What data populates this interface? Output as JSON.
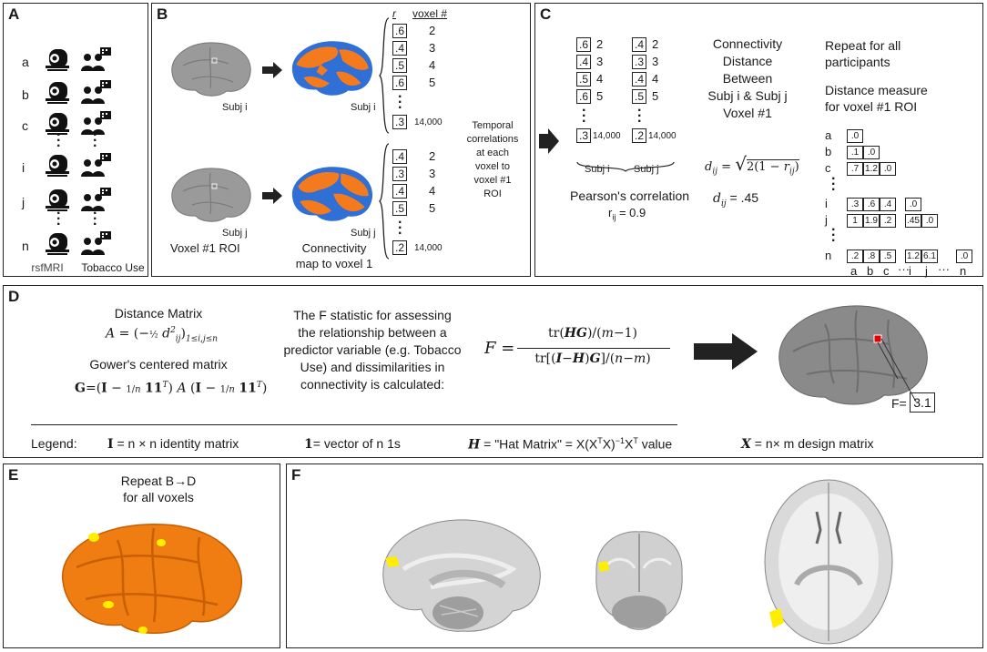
{
  "panelA": {
    "label": "A",
    "rows": [
      "a",
      "b",
      "c",
      "i",
      "j",
      "n"
    ],
    "col1": "rsfMRI",
    "col2": "Tobacco Use"
  },
  "panelB": {
    "label": "B",
    "subj_i": "Subj i",
    "subj_j": "Subj j",
    "voxel_roi": "Voxel #1 ROI",
    "conn_map_1": "Connectivity",
    "conn_map_2": "map to voxel 1",
    "hdr_r": "r",
    "hdr_voxel": "voxel #",
    "table_i": {
      "r": [
        ".6",
        ".4",
        ".5",
        ".6",
        ".3"
      ],
      "v": [
        "2",
        "3",
        "4",
        "5",
        "14,000"
      ]
    },
    "table_j": {
      "r": [
        ".4",
        ".3",
        ".4",
        ".5",
        ".2"
      ],
      "v": [
        "2",
        "3",
        "4",
        "5",
        "14,000"
      ]
    },
    "temporal": [
      "Temporal",
      "correlations",
      "at each",
      "voxel to",
      "voxel #1",
      "ROI"
    ]
  },
  "panelC": {
    "label": "C",
    "colA": {
      "r": [
        ".6",
        ".4",
        ".5",
        ".6",
        ".3"
      ],
      "v": [
        "2",
        "3",
        "4",
        "5",
        "14,000"
      ]
    },
    "colB": {
      "r": [
        ".4",
        ".3",
        ".4",
        ".5",
        ".2"
      ],
      "v": [
        "2",
        "3",
        "4",
        "5",
        "14,000"
      ]
    },
    "subj_i": "Subj i",
    "subj_j": "Subj j",
    "pearson": "Pearson's correlation",
    "rij": "= 0.9",
    "conn_title": [
      "Connectivity",
      "Distance",
      "Between",
      "Subj i & Subj j",
      "Voxel #1"
    ],
    "dij_value": "= .45",
    "repeat": [
      "Repeat for all",
      "participants"
    ],
    "distance": [
      "Distance measure",
      "for voxel #1 ROI"
    ],
    "tri_rows": [
      "a",
      "b",
      "c",
      "i",
      "j",
      "n"
    ],
    "tri_cols": [
      "a",
      "b",
      "c",
      "i",
      "j",
      "n"
    ],
    "tri_a": [
      ".0"
    ],
    "tri_b": [
      ".1",
      ".0"
    ],
    "tri_c": [
      ".7",
      "1.2",
      ".0"
    ],
    "tri_i": [
      ".3",
      ".6",
      ".4"
    ],
    "tri_i2": [
      ".0"
    ],
    "tri_j": [
      "1",
      "1.9",
      ".2"
    ],
    "tri_j2": [
      ".45",
      ".0"
    ],
    "tri_n": [
      ".2",
      ".8",
      ".5"
    ],
    "tri_n2": [
      "1.2",
      "6.1"
    ],
    "tri_n3": [
      ".0"
    ]
  },
  "panelD": {
    "label": "D",
    "dist_matrix": "Distance Matrix",
    "gower": "Gower's centered matrix",
    "fstat_text": [
      "The F statistic for assessing",
      "the relationship between a",
      "predictor variable (e.g. Tobacco",
      "Use) and dissimilarities in",
      "connectivity is calculated:"
    ],
    "f_label": "F=",
    "f_value": "3.1",
    "legend_label": "Legend:",
    "legend": [
      "= n × n identity matrix",
      "= vector of n 1s",
      "= \"Hat Matrix\" = X(X",
      "value",
      "= n× m design matrix"
    ]
  },
  "panelE": {
    "label": "E",
    "repeat": [
      "Repeat B→D",
      "for all voxels"
    ]
  },
  "panelF": {
    "label": "F"
  },
  "colors": {
    "orange": "#f47a1e",
    "blue": "#2f6fd6",
    "brain": "#9a9a9a",
    "yellow": "#ffef00",
    "red": "#e00000"
  }
}
